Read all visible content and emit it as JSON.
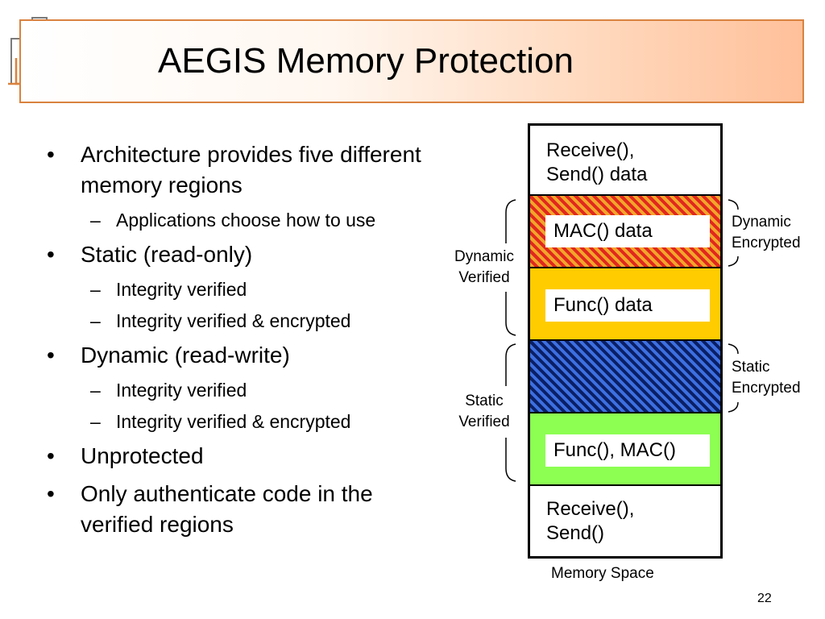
{
  "slide": {
    "title": "AEGIS Memory Protection",
    "page_number": "22"
  },
  "bullets": [
    {
      "text": "Architecture provides five different memory regions",
      "sub": [
        "Applications choose how to use"
      ]
    },
    {
      "text": "Static (read-only)",
      "sub": [
        "Integrity verified",
        "Integrity verified & encrypted"
      ]
    },
    {
      "text": "Dynamic (read-write)",
      "sub": [
        "Integrity verified",
        "Integrity verified & encrypted"
      ]
    },
    {
      "text": "Unprotected",
      "sub": []
    },
    {
      "text": "Only authenticate code in the verified regions",
      "sub": []
    }
  ],
  "bullet_mark": "•",
  "sub_mark": "–",
  "diagram": {
    "regions": {
      "top_text": "Receive(), Send() data",
      "mac_label": "MAC() data",
      "func_label": "Func() data",
      "code_label": "Func(), MAC()",
      "bottom_text": "Receive(), Send()"
    },
    "left_labels": {
      "dynamic_verified": "Dynamic Verified",
      "static_verified": "Static Verified"
    },
    "right_labels": {
      "dynamic_encrypted": "Dynamic Encrypted",
      "static_encrypted": "Static Encrypted"
    },
    "caption": "Memory Space",
    "colors": {
      "func_region": "#ffcc00",
      "code_region": "#8cff52",
      "hatch_red": "#e1281e",
      "hatch_orange": "#f2a52a",
      "hatch_blue": "#3d6fe0",
      "hatch_navy": "#0a1f66",
      "title_accent": "#d9823f"
    }
  }
}
